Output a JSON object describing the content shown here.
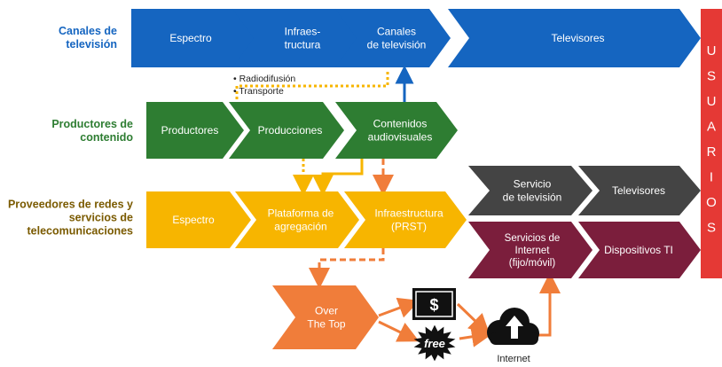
{
  "rows": {
    "channels": {
      "label": [
        "Canales de",
        "televisión"
      ],
      "color": "#1565c0",
      "chevrons": [
        {
          "lines": [
            "Espectro"
          ]
        },
        {
          "lines": [
            "Infraes-",
            "tructura"
          ]
        },
        {
          "lines": [
            "Canales",
            "de televisión"
          ]
        },
        {
          "lines": [
            "Televisores"
          ]
        }
      ],
      "bullets": [
        "Radiodifusión",
        "Transporte"
      ]
    },
    "producers": {
      "label": [
        "Productores de",
        "contenido"
      ],
      "color": "#2e7d32",
      "chevrons": [
        {
          "lines": [
            "Productores"
          ]
        },
        {
          "lines": [
            "Producciones"
          ]
        },
        {
          "lines": [
            "Contenidos",
            "audiovisuales"
          ]
        }
      ]
    },
    "providers": {
      "label": [
        "Proveedores de redes y",
        "servicios de",
        "telecomunicaciones"
      ],
      "color": "#7a5a00",
      "chevrons": [
        {
          "lines": [
            "Espectro"
          ]
        },
        {
          "lines": [
            "Plataforma de",
            "agregación"
          ]
        },
        {
          "lines": [
            "Infraestructura",
            "(PRST)"
          ]
        }
      ]
    }
  },
  "services": {
    "tv": [
      {
        "lines": [
          "Servicio",
          "de televisión"
        ]
      },
      {
        "lines": [
          "Televisores"
        ]
      }
    ],
    "internet": [
      {
        "lines": [
          "Servicios de",
          "Internet",
          "(fijo/móvil)"
        ]
      },
      {
        "lines": [
          "Dispositivos TI"
        ]
      }
    ]
  },
  "ott": {
    "lines": [
      "Over",
      "The Top"
    ]
  },
  "icons": {
    "dollar": {
      "symbol": "$",
      "name": "dollar-icon"
    },
    "free": {
      "text": "free",
      "name": "free-badge-icon"
    },
    "internet": {
      "label": "Internet",
      "name": "cloud-upload-icon"
    }
  },
  "users": {
    "letters": [
      "U",
      "S",
      "U",
      "A",
      "R",
      "I",
      "O",
      "S"
    ]
  },
  "colors": {
    "blue": "#1565c0",
    "green": "#2e7d32",
    "yellow": "#f7b500",
    "dark": "#444444",
    "maroon": "#7b1e3c",
    "orange": "#f07d3a",
    "red": "#e53935",
    "dotted": "#f7b500",
    "dashed": "#f07d3a"
  }
}
